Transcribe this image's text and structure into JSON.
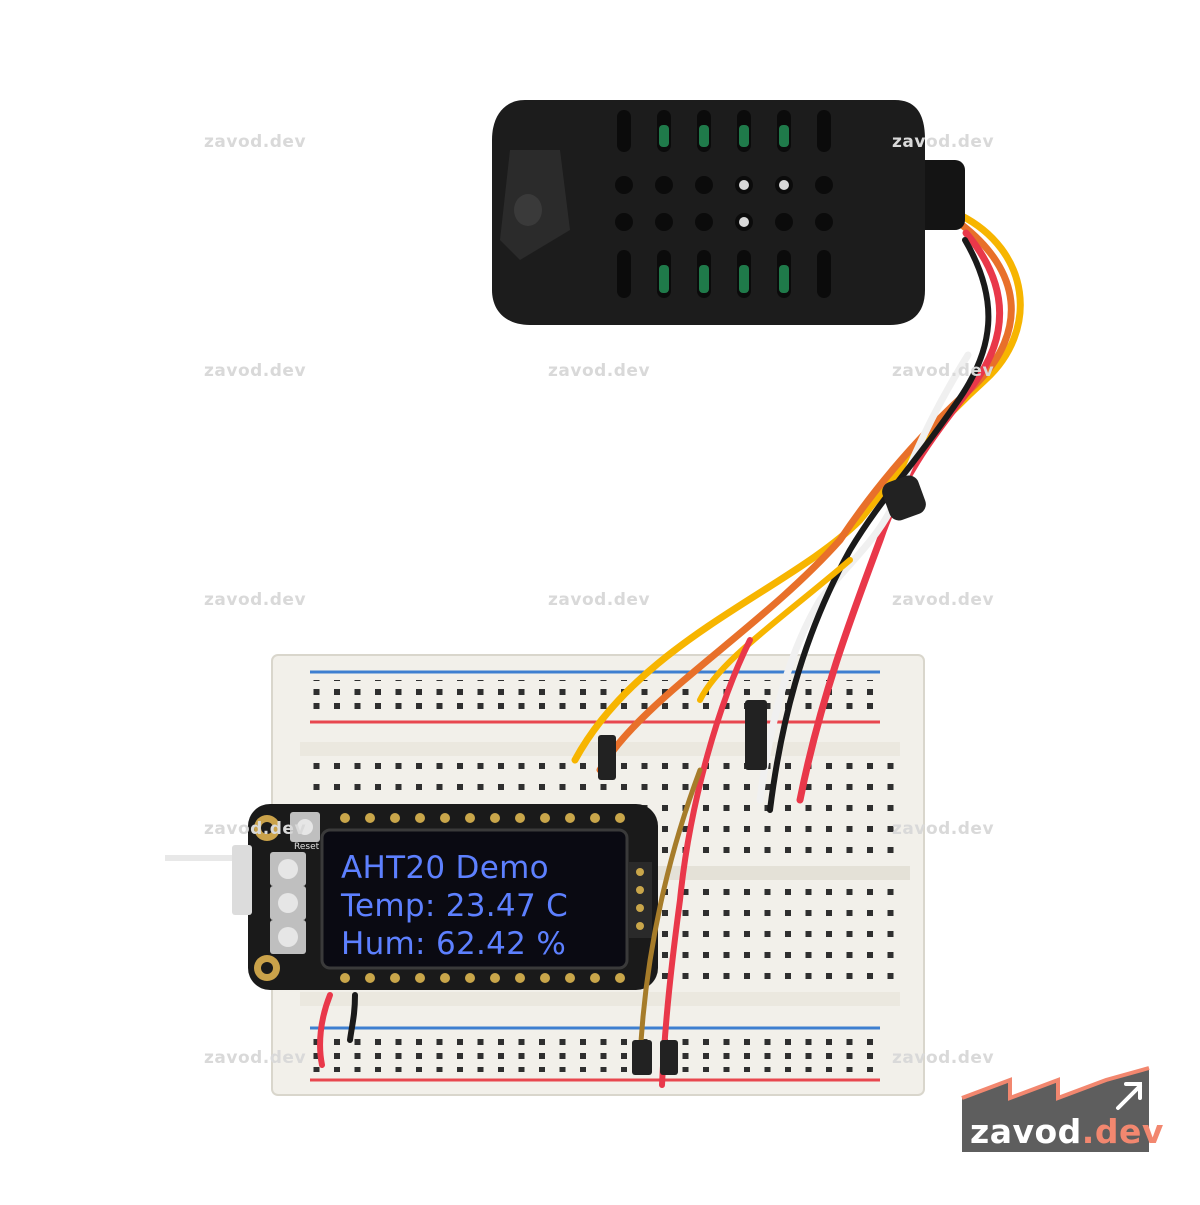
{
  "watermark": {
    "text": "zavod.dev"
  },
  "display": {
    "line1": "AHT20 Demo",
    "line2": "Temp: 23.47 C",
    "line3": "Hum: 62.42 %"
  },
  "board": {
    "reset_label": "Reset"
  },
  "logo": {
    "name": "zavod",
    "tld": ".dev"
  },
  "colors": {
    "oled_text": "#5d80ff",
    "logo_bg": "#5e5e5e",
    "logo_accent": "#f2876f",
    "sensor_body": "#1c1c1c",
    "board": "#1a1a1a",
    "breadboard": "#f2f0ea",
    "rail_red": "#e8474f",
    "rail_blue": "#3e7fd0"
  },
  "icons": [
    "arrow-up-right-icon",
    "factory-roof-icon"
  ]
}
